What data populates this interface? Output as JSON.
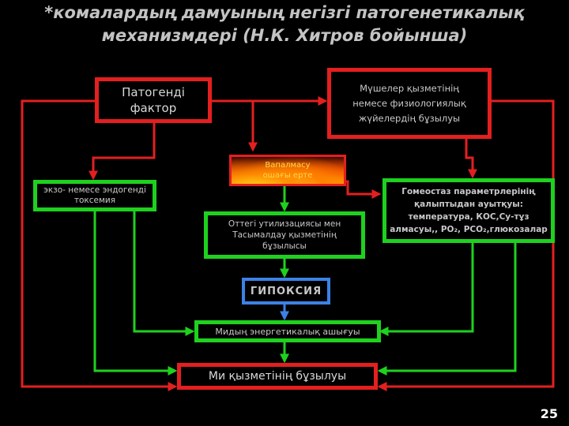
{
  "title": {
    "line1": "*комалардың дамуының негізгі патогенетикалық",
    "line2": "механизмдері (Н.К. Хитров бойынша)"
  },
  "nodes": {
    "pathogenic_factor": {
      "line1": "Патогенді",
      "line2": "фактор"
    },
    "organ_dysfunction": {
      "line1": "Мүшелер қызметінің",
      "line2": "немесе физиологиялық",
      "line3": "жүйелердің бұзылуы"
    },
    "inflammation": {
      "line1": "Вапалмасу",
      "line2": "ошағы ерте"
    },
    "toxemia": {
      "line1": "экзо- немесе эндогенді",
      "line2": "токсемия"
    },
    "homeostasis": {
      "line1": "Гомеостаз параметрлерінің",
      "line2": "қалыптыдан ауытқуы:",
      "line3": "температура, КОС,Су-тұз",
      "line4": "алмасуы,, PO₂, PCO₂,глюкозалар"
    },
    "oxygen_transport": {
      "line1": "Оттегі утилизациясы мен",
      "line2": "Тасымалдау қызметінің",
      "line3": "бұзылысы"
    },
    "hypoxia": {
      "label": "ГИПОКСИЯ"
    },
    "brain_energy": {
      "label": "Мидың энергетикалық ашығуы"
    },
    "brain_dysfunction": {
      "label": "Ми қызметінің бұзылуы"
    }
  },
  "colors": {
    "red": "#e41f1f",
    "green": "#1fd11f",
    "blue": "#3b82e6",
    "text": "#c8c8c8"
  },
  "page_number": "25"
}
